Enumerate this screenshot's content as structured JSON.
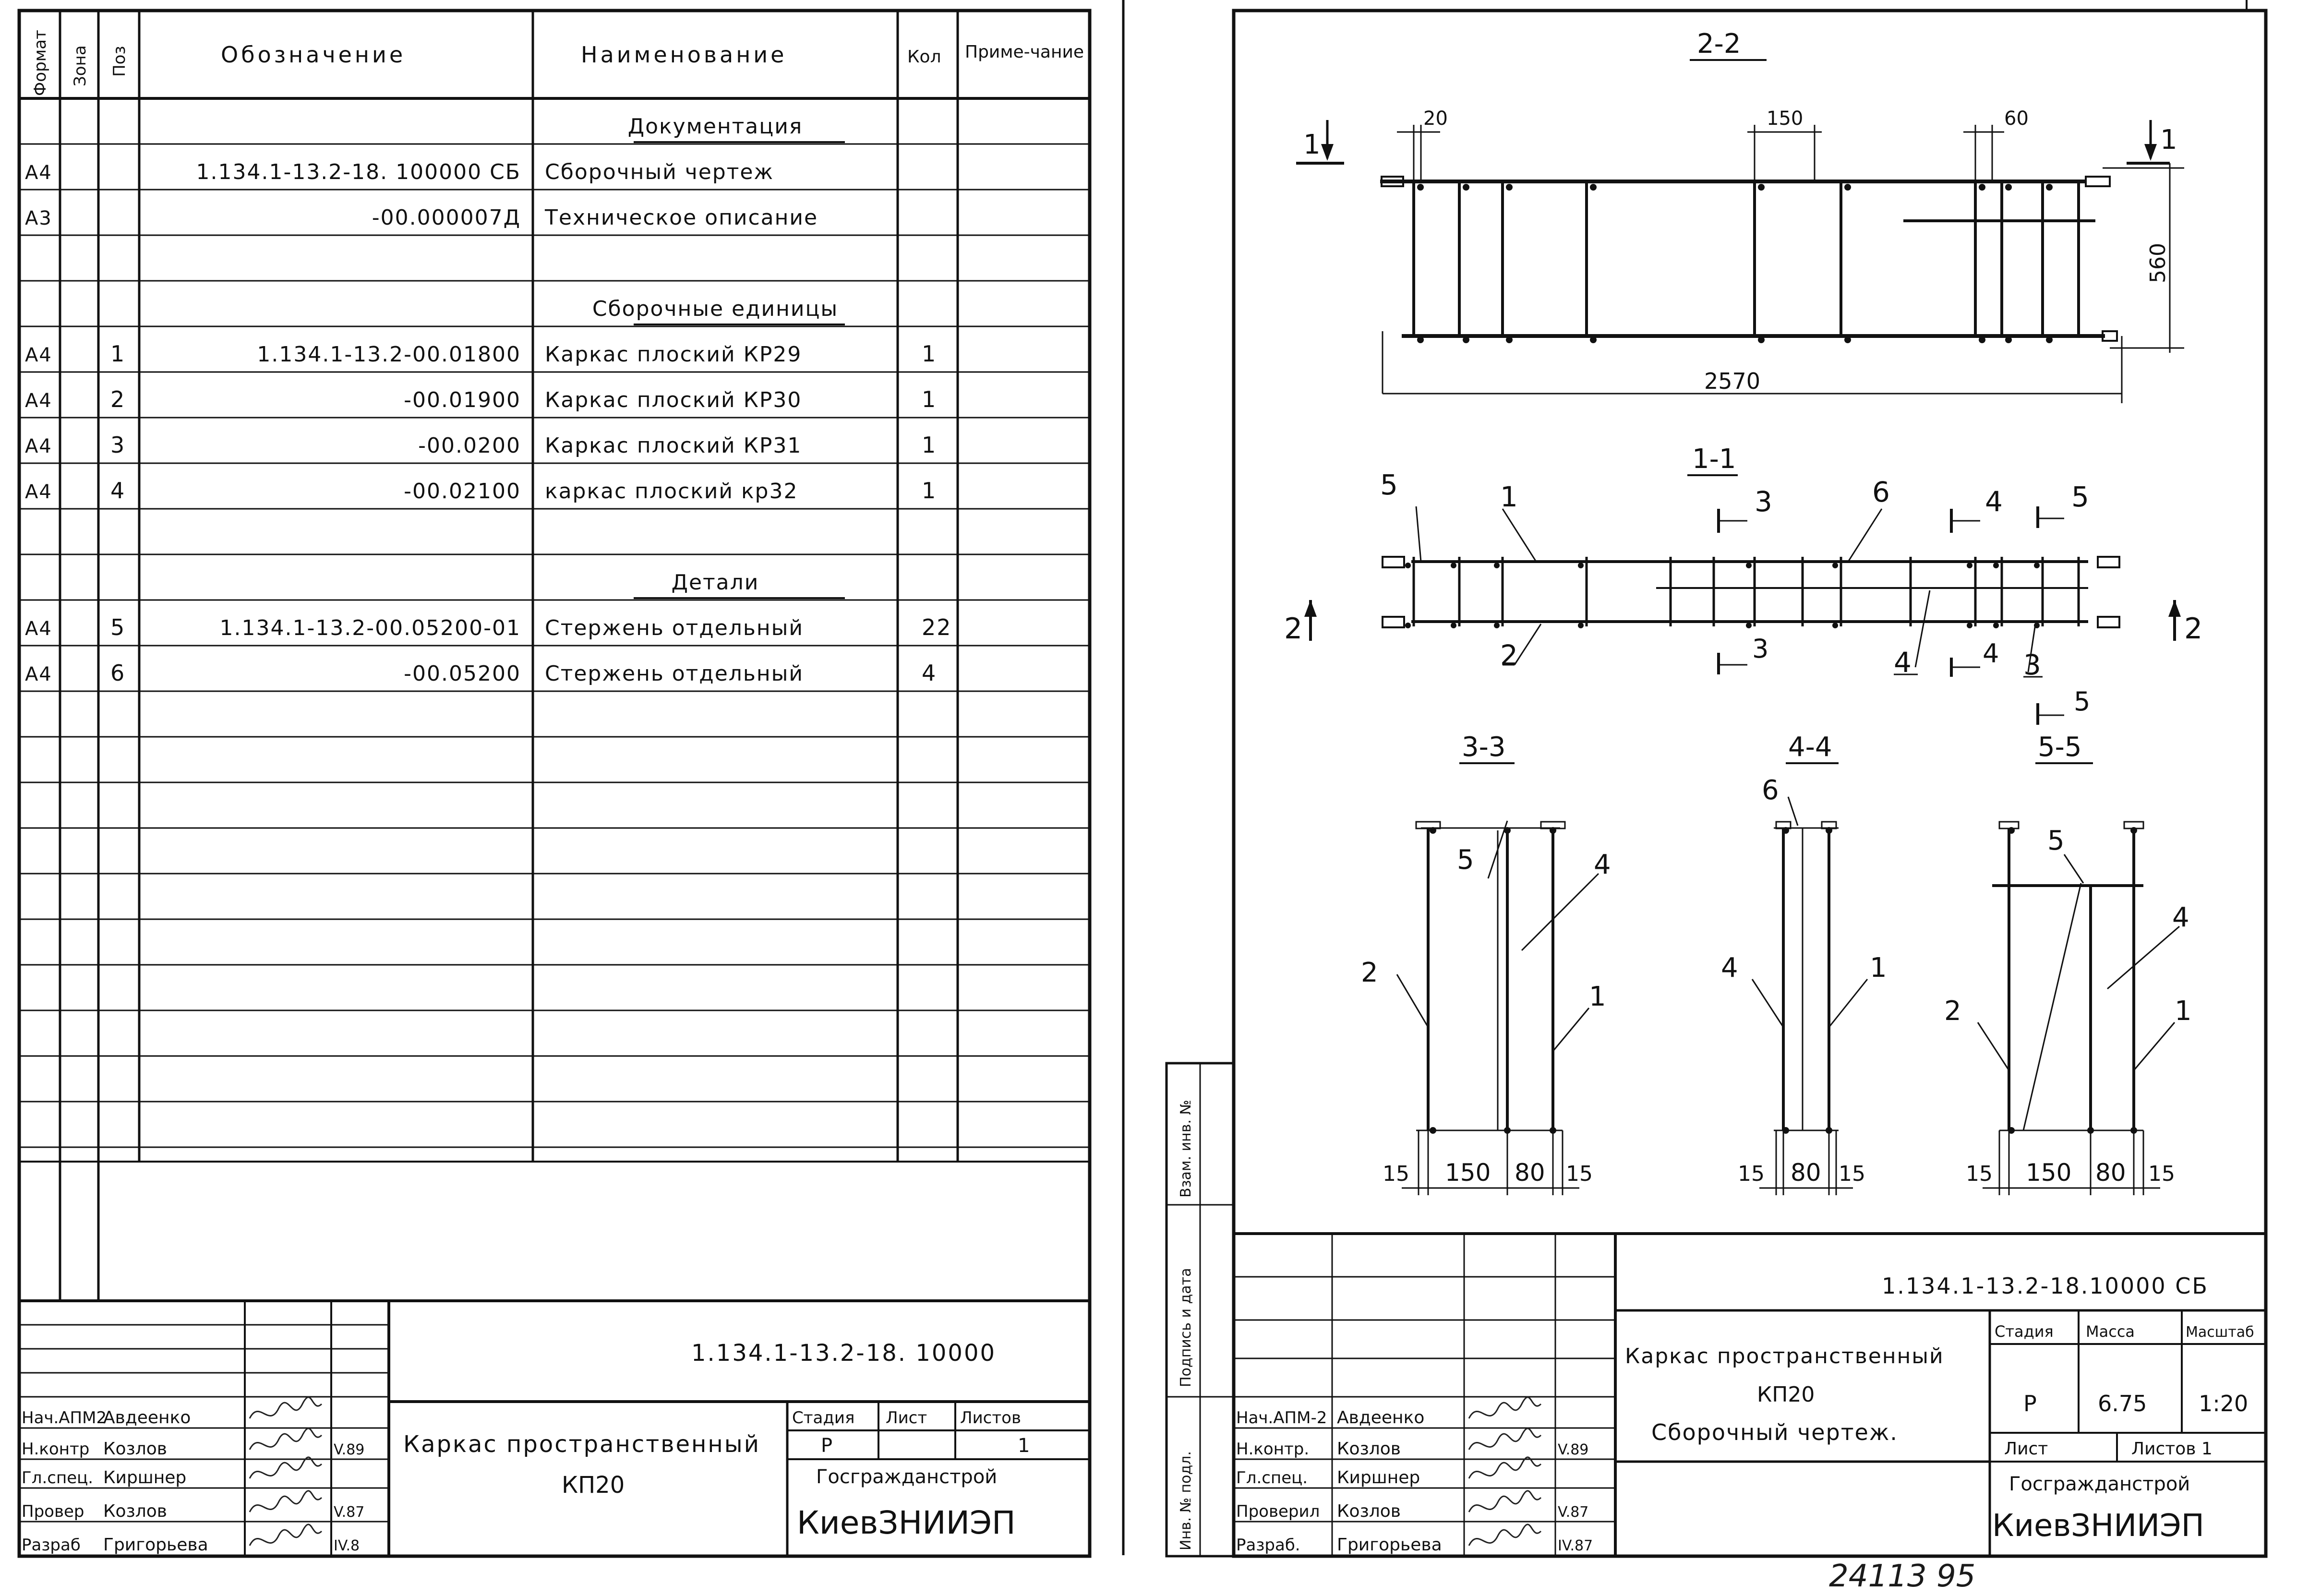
{
  "spec_sheet": {
    "headers": {
      "format": "Формат",
      "zone": "Зона",
      "pos": "Поз",
      "designation": "Обозначение",
      "name": "Наименование",
      "qty": "Кол",
      "note": "Приме-чание"
    },
    "rows": [
      {
        "format": "",
        "pos": "",
        "designation": "",
        "name": "Документация",
        "qty": "",
        "heading": true
      },
      {
        "format": "А4",
        "pos": "",
        "designation": "1.134.1-13.2-18. 100000 СБ",
        "name": "Сборочный чертеж",
        "qty": ""
      },
      {
        "format": "А3",
        "pos": "",
        "designation": "-00.000007Д",
        "name": "Техническое описание",
        "qty": ""
      },
      {
        "format": "",
        "pos": "",
        "designation": "",
        "name": "",
        "qty": ""
      },
      {
        "format": "",
        "pos": "",
        "designation": "",
        "name": "Сборочные единицы",
        "qty": "",
        "heading": true
      },
      {
        "format": "А4",
        "pos": "1",
        "designation": "1.134.1-13.2-00.01800",
        "name": "Каркас плоский КР29",
        "qty": "1"
      },
      {
        "format": "А4",
        "pos": "2",
        "designation": "-00.01900",
        "name": "Каркас плоский КР30",
        "qty": "1"
      },
      {
        "format": "А4",
        "pos": "3",
        "designation": "-00.0200",
        "name": "Каркас плоский КР31",
        "qty": "1"
      },
      {
        "format": "А4",
        "pos": "4",
        "designation": "-00.02100",
        "name": "каркас плоский кр32",
        "qty": "1"
      },
      {
        "format": "",
        "pos": "",
        "designation": "",
        "name": "",
        "qty": ""
      },
      {
        "format": "",
        "pos": "",
        "designation": "",
        "name": "Детали",
        "qty": "",
        "heading": true
      },
      {
        "format": "А4",
        "pos": "5",
        "designation": "1.134.1-13.2-00.05200-01",
        "name": "Стержень отдельный",
        "qty": "22"
      },
      {
        "format": "А4",
        "pos": "6",
        "designation": "-00.05200",
        "name": "Стержень отдельный",
        "qty": "4"
      }
    ],
    "title_block": {
      "doc_code": "1.134.1-13.2-18. 10000",
      "title_line1": "Каркас пространственный",
      "title_line2": "КП20",
      "stage_label": "Стадия",
      "sheet_label": "Лист",
      "sheets_label": "Листов",
      "stage_value": "Р",
      "sheets_value": "1",
      "org_line1": "Госгражданстрой",
      "org_line2": "КиевЗНИИЭП",
      "people": [
        {
          "role": "Нач.АПМ2",
          "name": "Авдеенко",
          "date": ""
        },
        {
          "role": "Н.контр",
          "name": "Козлов",
          "date": "V.89"
        },
        {
          "role": "Гл.спец.",
          "name": "Киршнер",
          "date": ""
        },
        {
          "role": "Провер",
          "name": "Козлов",
          "date": "V.87"
        },
        {
          "role": "Разраб",
          "name": "Григорьева",
          "date": "IV.8"
        }
      ]
    }
  },
  "drawing_sheet": {
    "sections": {
      "s22": {
        "title": "2-2",
        "dim_20": "20",
        "dim_150": "150",
        "dim_60": "60",
        "dim_560": "560",
        "dim_2570": "2570",
        "cut_left": "1",
        "cut_right": "1"
      },
      "s11": {
        "title": "1-1",
        "labels": [
          "5",
          "1",
          "3",
          "6",
          "4",
          "5",
          "2",
          "3",
          "4",
          "4",
          "3",
          "5"
        ],
        "cut_left": "2",
        "cut_right": "2"
      },
      "s33": {
        "title": "3-3",
        "labels": [
          "5",
          "4",
          "2",
          "1"
        ],
        "dims": [
          "15",
          "150",
          "80",
          "15"
        ]
      },
      "s44": {
        "title": "4-4",
        "labels": [
          "6",
          "4",
          "1"
        ],
        "dims": [
          "15",
          "80",
          "15"
        ]
      },
      "s55": {
        "title": "5-5",
        "labels": [
          "5",
          "4",
          "2",
          "1"
        ],
        "dims": [
          "15",
          "150",
          "80",
          "15"
        ]
      }
    },
    "side_stamps": [
      "Взам. инв. №",
      "Подпись и дата",
      "Инв. № подл."
    ],
    "title_block": {
      "doc_code": "1.134.1-13.2-18.10000 СБ",
      "title_line1": "Каркас пространственный",
      "title_line2": "КП20",
      "title_line3": "Сборочный чертеж.",
      "stage_label": "Стадия",
      "mass_label": "Масса",
      "scale_label": "Масштаб",
      "stage_value": "Р",
      "mass_value": "6.75",
      "scale_value": "1:20",
      "sheet_label": "Лист",
      "sheets_label": "Листов 1",
      "org_line1": "Госгражданстрой",
      "org_line2": "КиевЗНИИЭП",
      "people": [
        {
          "role": "Нач.АПМ-2",
          "name": "Авдеенко",
          "date": ""
        },
        {
          "role": "Н.контр.",
          "name": "Козлов",
          "date": "V.89"
        },
        {
          "role": "Гл.спец.",
          "name": "Киршнер",
          "date": ""
        },
        {
          "role": "Проверил",
          "name": "Козлов",
          "date": "V.87"
        },
        {
          "role": "Разраб.",
          "name": "Григорьева",
          "date": "IV.87"
        }
      ]
    },
    "archive_number": "24113   95"
  }
}
